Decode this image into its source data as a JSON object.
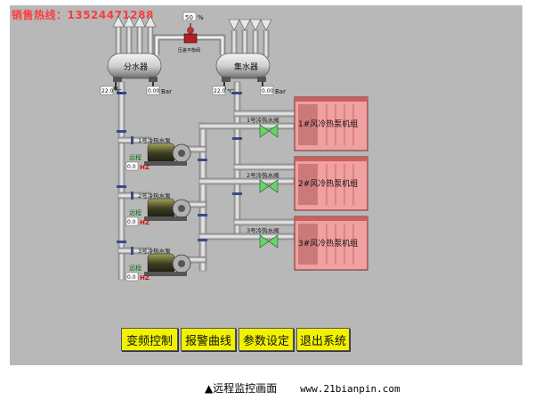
{
  "hotline": "销售热线：13524471288",
  "valve": {
    "value": "50",
    "unit": "%",
    "label": "压差平衡阀"
  },
  "distributor": {
    "label": "分水器",
    "temp_value": "22.0",
    "temp_unit": "℃",
    "pressure_value": "0.00",
    "pressure_unit": "Bar"
  },
  "collector": {
    "label": "集水器",
    "temp_value": "22.0",
    "temp_unit": "℃",
    "pressure_value": "0.00",
    "pressure_unit": "Bar"
  },
  "pumps": [
    {
      "label": "1号冷热水泵",
      "mode": "远程",
      "freq_value": "0.0",
      "freq_unit": "HZ"
    },
    {
      "label": "2号冷热水泵",
      "mode": "远程",
      "freq_value": "0.0",
      "freq_unit": "HZ"
    },
    {
      "label": "3号冷热水泵",
      "mode": "远程",
      "freq_value": "0.0",
      "freq_unit": "HZ"
    }
  ],
  "valves": [
    {
      "label": "1号冷热水阀"
    },
    {
      "label": "2号冷热水阀"
    },
    {
      "label": "3号冷热水阀"
    }
  ],
  "units": [
    {
      "label": "1#风冷热泵机组"
    },
    {
      "label": "2#风冷热泵机组"
    },
    {
      "label": "3#风冷热泵机组"
    }
  ],
  "buttons": {
    "freq": "变频控制",
    "alarm": "报警曲线",
    "params": "参数设定",
    "exit": "退出系统"
  },
  "caption": {
    "title": "▲远程监控画面",
    "site": "www.21bianpin.com"
  },
  "colors": {
    "panel": "#b8b8b8",
    "button": "#f2f200",
    "hotline": "#ff3b3b",
    "pipe": "#d8d8d8",
    "unit": "#f0a0a0",
    "valve": "#66d466"
  }
}
